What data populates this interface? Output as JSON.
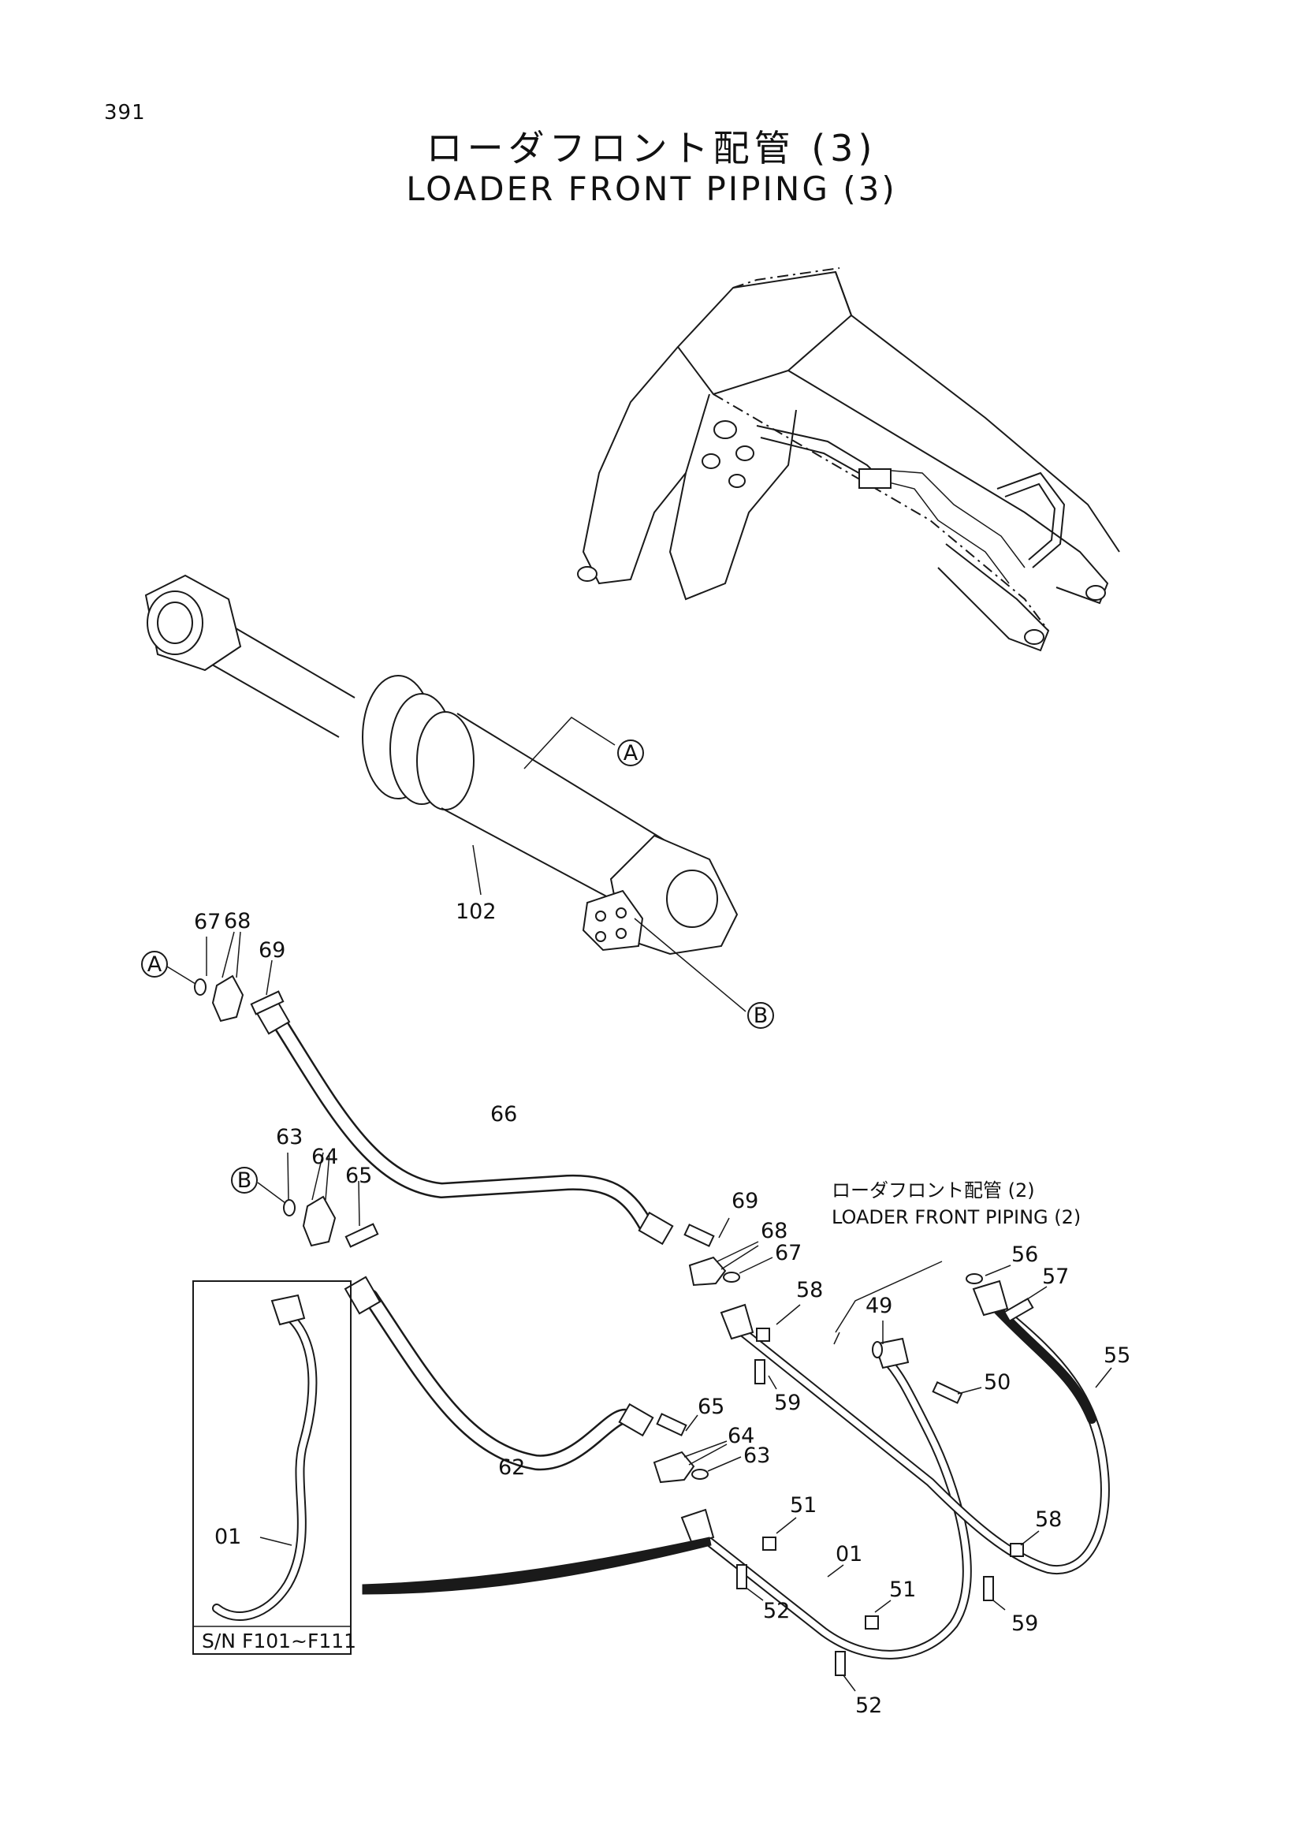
{
  "page_number": "391",
  "title": {
    "jp": "ローダフロント配管 (3)",
    "en": "LOADER FRONT PIPING (3)"
  },
  "reference_note": {
    "jp": "ローダフロント配管 (2)",
    "en": "LOADER FRONT PIPING (2)"
  },
  "inset": {
    "serial_note": "S/N F101~F111",
    "part_label": "01"
  },
  "callouts": {
    "a": "A",
    "b": "B"
  },
  "part_labels": {
    "p102": "102",
    "p67_top": "67",
    "p68_top": "68",
    "p69_top": "69",
    "p66": "66",
    "p63_left": "63",
    "p64_left": "64",
    "p65_left": "65",
    "p69_mid": "69",
    "p68_mid": "68",
    "p67_mid": "67",
    "p58_top": "58",
    "p56": "56",
    "p57": "57",
    "p49": "49",
    "p59_top": "59",
    "p50": "50",
    "p55": "55",
    "p62": "62",
    "p65_mid": "65",
    "p64_mid": "64",
    "p63_mid": "63",
    "p51_top": "51",
    "p01_main": "01",
    "p51_bottom": "51",
    "p58_bottom": "58",
    "p52_top": "52",
    "p59_bottom": "59",
    "p52_bottom": "52"
  }
}
